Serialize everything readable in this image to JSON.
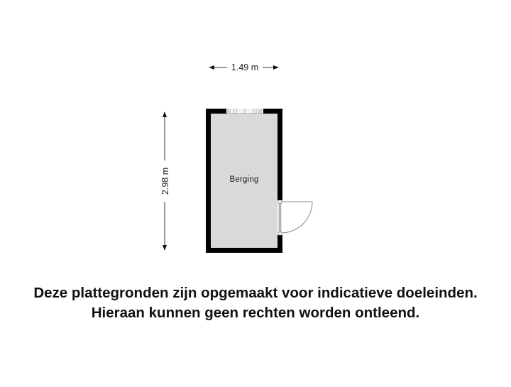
{
  "floorplan": {
    "room": {
      "name": "Berging",
      "fill_color": "#d9d9d9",
      "wall_color": "#000000"
    },
    "dimensions": {
      "width_label": "1.49 m",
      "height_label": "2.98 m"
    },
    "elements": {
      "window": "top-wall-window",
      "door": "right-wall-door"
    }
  },
  "disclaimer": {
    "line1": "Deze plattegronden zijn opgemaakt voor indicatieve doeleinden.",
    "line2": "Hieraan kunnen geen rechten worden ontleend."
  }
}
